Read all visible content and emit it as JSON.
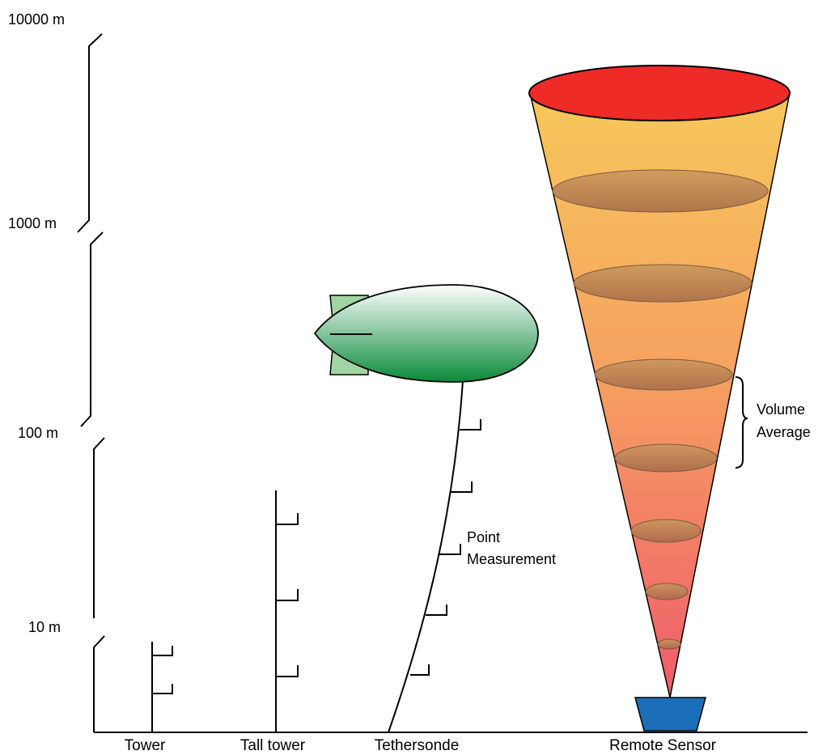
{
  "axis": {
    "labels": [
      "10000 m",
      "1000 m",
      "100 m",
      "10 m"
    ]
  },
  "instruments": {
    "tower": "Tower",
    "tall_tower": "Tall tower",
    "tethersonde": "Tethersonde",
    "remote_sensor": "Remote Sensor"
  },
  "annotations": {
    "point_line1": "Point",
    "point_line2": "Measurement",
    "volume_line1": "Volume",
    "volume_line2": "Average"
  },
  "colors": {
    "cone_top": "#f7c85a",
    "cone_bottom": "#ef5c6b",
    "cone_cap": "#ee2b26",
    "sensor_base": "#1a6fb8",
    "blimp_top": "#ffffff",
    "blimp_bottom": "#0a8a3a",
    "blimp_fin": "#9fd5a2"
  }
}
